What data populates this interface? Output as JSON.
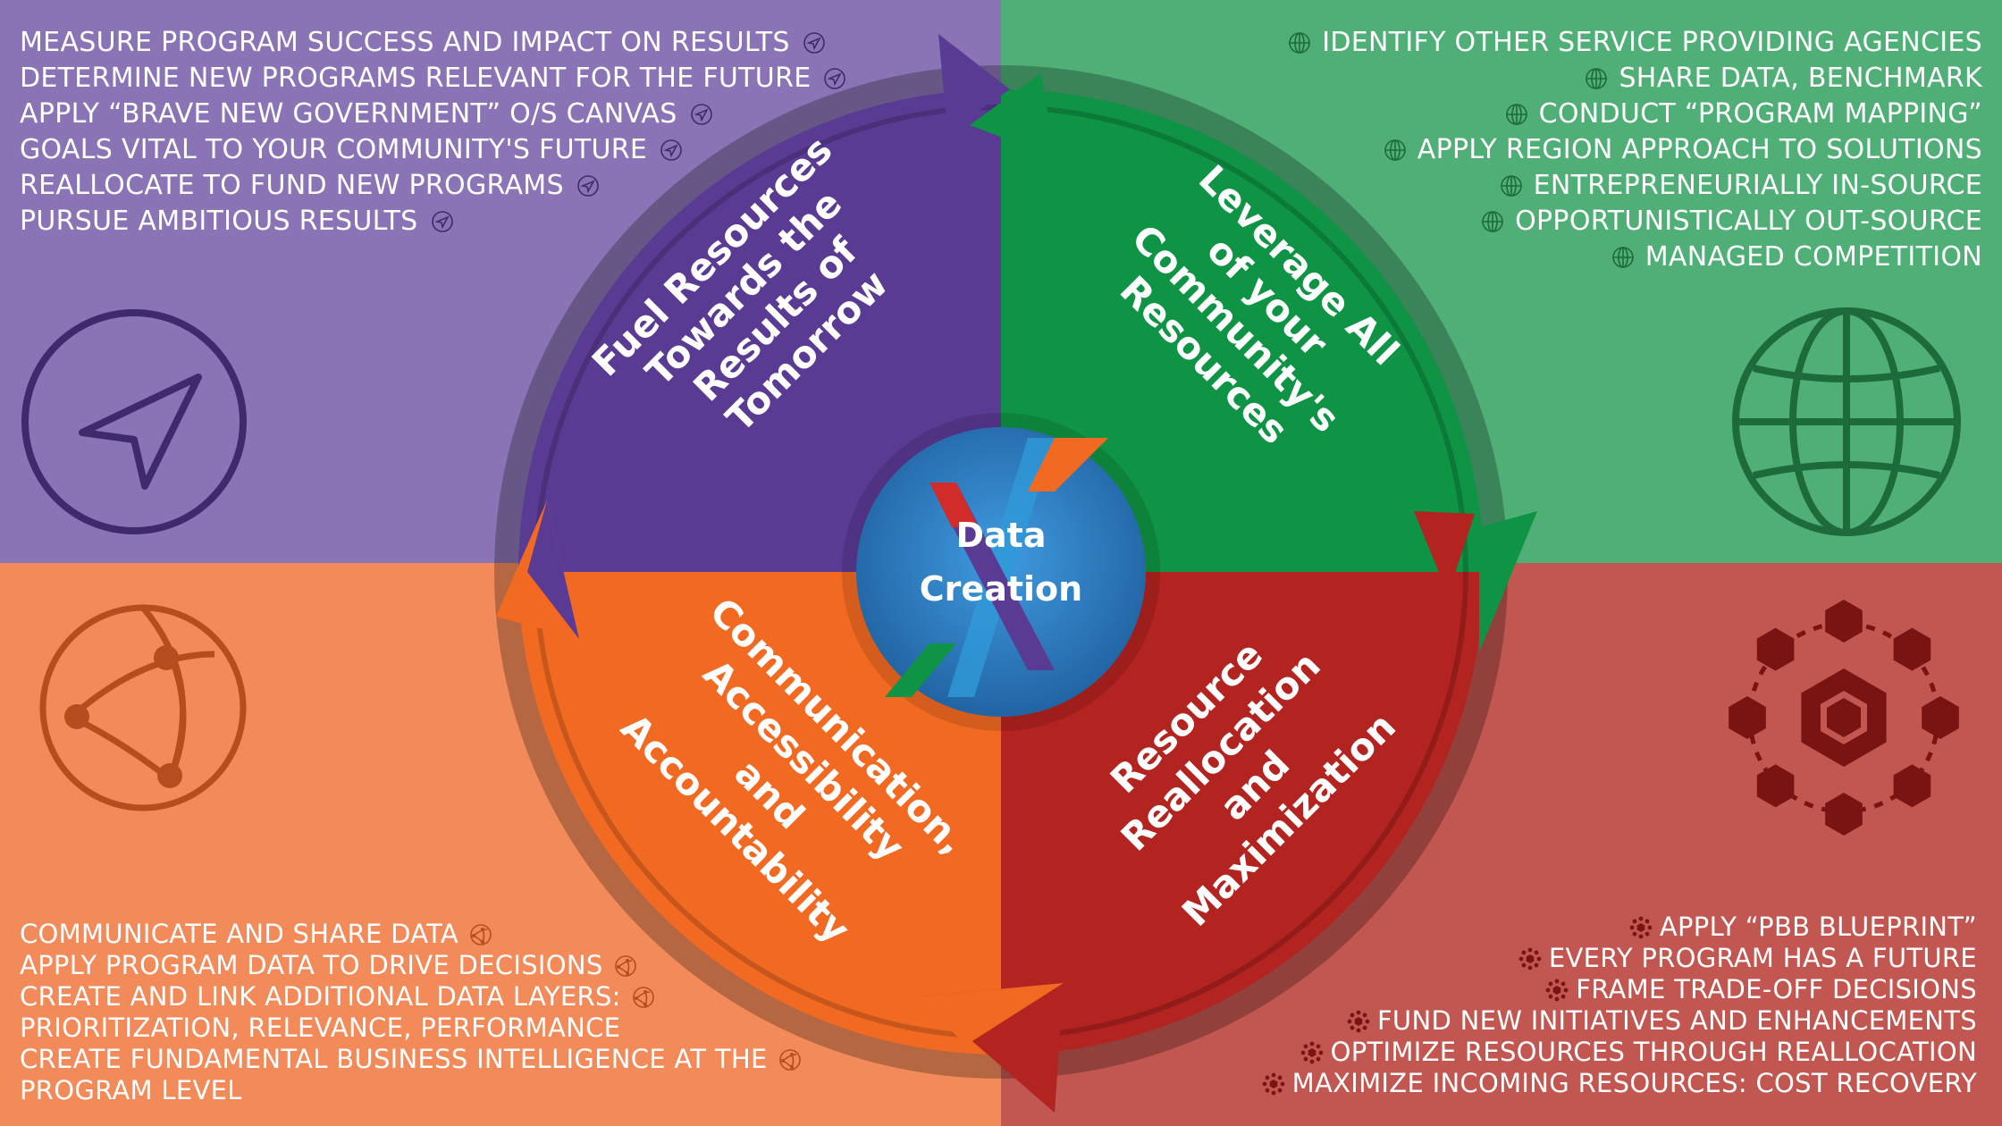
{
  "segments": {
    "top_left": [
      "Fuel Resources",
      "Towards the",
      "Results of",
      "Tomorrow"
    ],
    "top_right": [
      "Leverage All",
      "of your",
      "Community's",
      "Resources"
    ],
    "bottom_right": [
      "Resource",
      "Reallocation",
      "and",
      "Maximization"
    ],
    "bottom_left": [
      "Communication,",
      "Accessibility",
      "and",
      "Accountability"
    ]
  },
  "center": [
    "Data",
    "Creation"
  ],
  "lists": {
    "top_left": {
      "icon": "navigation-arrow-icon",
      "items": [
        "MEASURE PROGRAM SUCCESS AND IMPACT ON RESULTS",
        "DETERMINE NEW PROGRAMS RELEVANT FOR THE FUTURE",
        "APPLY “BRAVE NEW GOVERNMENT” O/S CANVAS",
        "GOALS VITAL TO YOUR COMMUNITY'S FUTURE",
        "REALLOCATE TO FUND NEW PROGRAMS",
        "PURSUE AMBITIOUS RESULTS"
      ]
    },
    "top_right": {
      "icon": "globe-icon",
      "items": [
        "IDENTIFY OTHER SERVICE PROVIDING AGENCIES",
        "SHARE DATA, BENCHMARK",
        "CONDUCT “PROGRAM MAPPING”",
        "APPLY REGION APPROACH TO SOLUTIONS",
        "ENTREPRENEURIALLY IN-SOURCE",
        "OPPORTUNISTICALLY OUT-SOURCE",
        "MANAGED COMPETITION"
      ]
    },
    "bottom_left": {
      "icon": "network-sphere-icon",
      "items": [
        {
          "text": "COMMUNICATE AND SHARE DATA",
          "icon": true
        },
        {
          "text": "APPLY PROGRAM DATA TO DRIVE DECISIONS",
          "icon": true
        },
        {
          "text": "CREATE AND LINK ADDITIONAL DATA LAYERS:",
          "icon": true
        },
        {
          "text": "PRIORITIZATION, RELEVANCE, PERFORMANCE",
          "icon": false
        },
        {
          "text": "CREATE FUNDAMENTAL BUSINESS INTELLIGENCE AT THE",
          "icon": true
        },
        {
          "text": "PROGRAM LEVEL",
          "icon": false
        }
      ]
    },
    "bottom_right": {
      "icon": "hexagon-cluster-icon",
      "items": [
        "APPLY “PBB BLUEPRINT”",
        "EVERY PROGRAM HAS A FUTURE",
        "FRAME TRADE-OFF DECISIONS",
        "FUND NEW INITIATIVES AND ENHANCEMENTS",
        "OPTIMIZE RESOURCES THROUGH REALLOCATION",
        "MAXIMIZE INCOMING RESOURCES: COST RECOVERY"
      ]
    }
  },
  "colors": {
    "purple_bg": "#8a74b5",
    "green_bg": "#4faf77",
    "orange_bg": "#f28a59",
    "red_bg": "#c25650",
    "purple": "#5a3b94",
    "green": "#0e9444",
    "orange": "#f26a21",
    "red": "#b3231f",
    "center_blue": "#2f86c8"
  }
}
